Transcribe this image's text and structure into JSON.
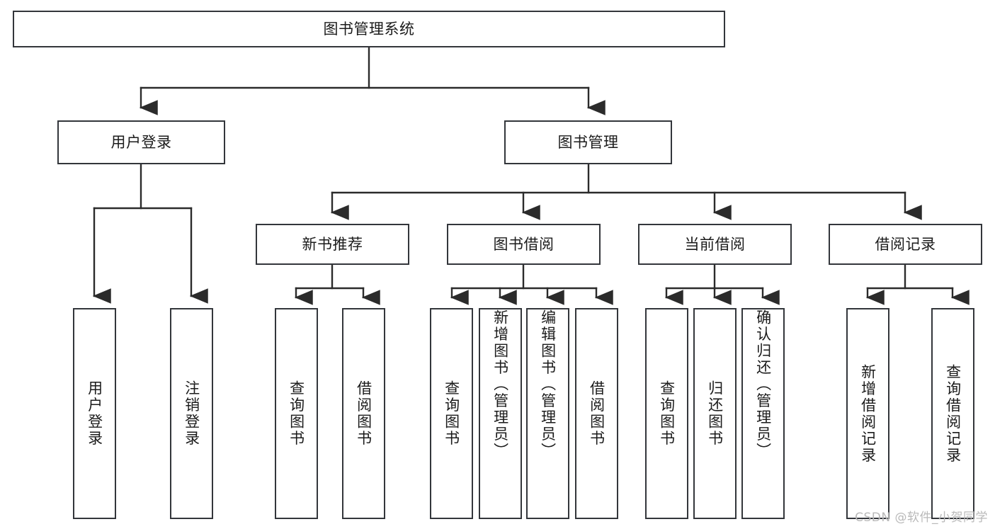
{
  "diagram": {
    "title": "图书管理系统",
    "type": "hierarchy-tree",
    "watermark": "CSDN @软件_小贺同学",
    "colors": {
      "border": "#33363b",
      "fill": "#ffffff",
      "text": "#1b1b1b",
      "connector": "#2b2b2b",
      "watermark": "#b9b9b9"
    },
    "nodes": {
      "root": {
        "label": "图书管理系统",
        "level": 0
      },
      "level1": [
        {
          "id": "user-login",
          "label": "用户登录"
        },
        {
          "id": "book-manage",
          "label": "图书管理"
        }
      ],
      "level2": [
        {
          "id": "new-book-recommend",
          "label": "新书推荐",
          "parent": "book-manage"
        },
        {
          "id": "book-borrow",
          "label": "图书借阅",
          "parent": "book-manage"
        },
        {
          "id": "current-borrow",
          "label": "当前借阅",
          "parent": "book-manage"
        },
        {
          "id": "borrow-record",
          "label": "借阅记录",
          "parent": "book-manage"
        }
      ],
      "leaves": [
        {
          "id": "leaf-user-login",
          "label": "用户登录",
          "parent": "user-login"
        },
        {
          "id": "leaf-user-logout",
          "label": "注销登录",
          "parent": "user-login"
        },
        {
          "id": "leaf-query-book-1",
          "label": "查询图书",
          "parent": "new-book-recommend"
        },
        {
          "id": "leaf-borrow-book-1",
          "label": "借阅图书",
          "parent": "new-book-recommend"
        },
        {
          "id": "leaf-query-book-2",
          "label": "查询图书",
          "parent": "book-borrow"
        },
        {
          "id": "leaf-add-book",
          "label": "新增图书（管理员）",
          "parent": "book-borrow"
        },
        {
          "id": "leaf-edit-book",
          "label": "编辑图书（管理员）",
          "parent": "book-borrow"
        },
        {
          "id": "leaf-borrow-book-2",
          "label": "借阅图书",
          "parent": "book-borrow"
        },
        {
          "id": "leaf-query-book-3",
          "label": "查询图书",
          "parent": "current-borrow"
        },
        {
          "id": "leaf-return-book",
          "label": "归还图书",
          "parent": "current-borrow"
        },
        {
          "id": "leaf-confirm-return",
          "label": "确认归还（管理员）",
          "parent": "current-borrow"
        },
        {
          "id": "leaf-add-record",
          "label": "新增借阅记录",
          "parent": "borrow-record"
        },
        {
          "id": "leaf-query-record",
          "label": "查询借阅记录",
          "parent": "borrow-record"
        }
      ]
    }
  }
}
